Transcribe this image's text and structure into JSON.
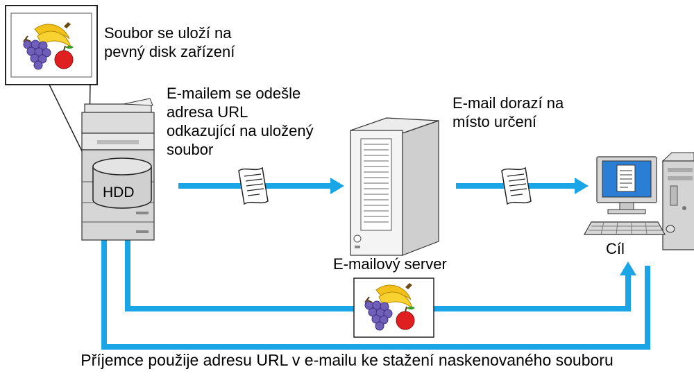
{
  "labels": {
    "saved": "Soubor se uloží na\npevný disk zařízení",
    "sent": "E-mailem se odešle\nadresa URL\nodkazující na uložený\nsoubor",
    "arrive": "E-mail dorazí na\nmísto určení",
    "server": "E-mailový server",
    "destination": "Cíl",
    "hdd": "HDD",
    "bottom": "Příjemce použije adresu URL v e-mailu ke stažení naskenovaného souboru"
  },
  "colors": {
    "arrow": "#1aa6e6",
    "device": "#d9d9d9",
    "outline": "#333333",
    "monitor_screen": "#2a7fd4"
  },
  "icons": [
    "fruit-image-icon",
    "multifunction-printer-icon",
    "hdd-drum-icon",
    "email-document-icon",
    "tower-server-icon",
    "desktop-computer-icon"
  ]
}
